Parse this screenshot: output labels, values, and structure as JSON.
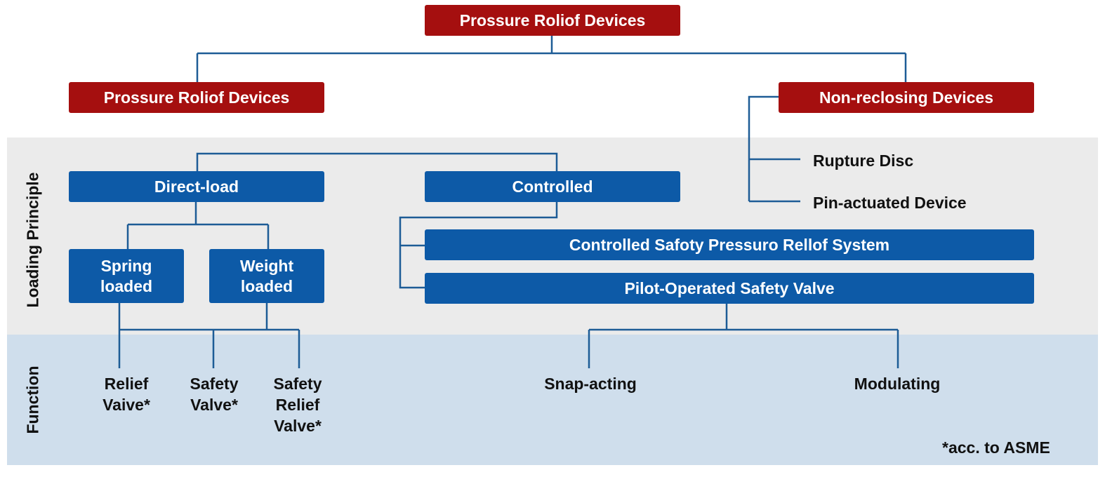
{
  "diagram": {
    "root": "Prossure Roliof Devices",
    "reclosing": "Prossure Roliof Devices",
    "non_reclosing": "Non-reclosing Devices",
    "rupture_disc": "Rupture Disc",
    "pin_actuated": "Pin-actuated Device",
    "direct_load": "Direct-load",
    "controlled": "Controlled",
    "spring_loaded": "Spring\nloaded",
    "weight_loaded": "Weight\nloaded",
    "controlled_system": "Controlled Safoty Pressuro Rellof System",
    "pilot_operated": "Pilot-Operated Safety Valve",
    "relief_valve": "Relief\nVaive*",
    "safety_valve": "Safety\nValve*",
    "safety_relief_valve": "Safety\nRelief\nValve*",
    "snap_acting": "Snap-acting",
    "modulating": "Modulating",
    "footnote": "*acc. to ASME"
  },
  "rows": {
    "loading_principle": "Loading Principle",
    "function": "Function"
  },
  "colors": {
    "red_box": "#a50f0f",
    "blue_box": "#0d5aa7",
    "connector": "#1d5c96",
    "band_loading": "#ebebeb",
    "band_function": "#cfdeec"
  }
}
